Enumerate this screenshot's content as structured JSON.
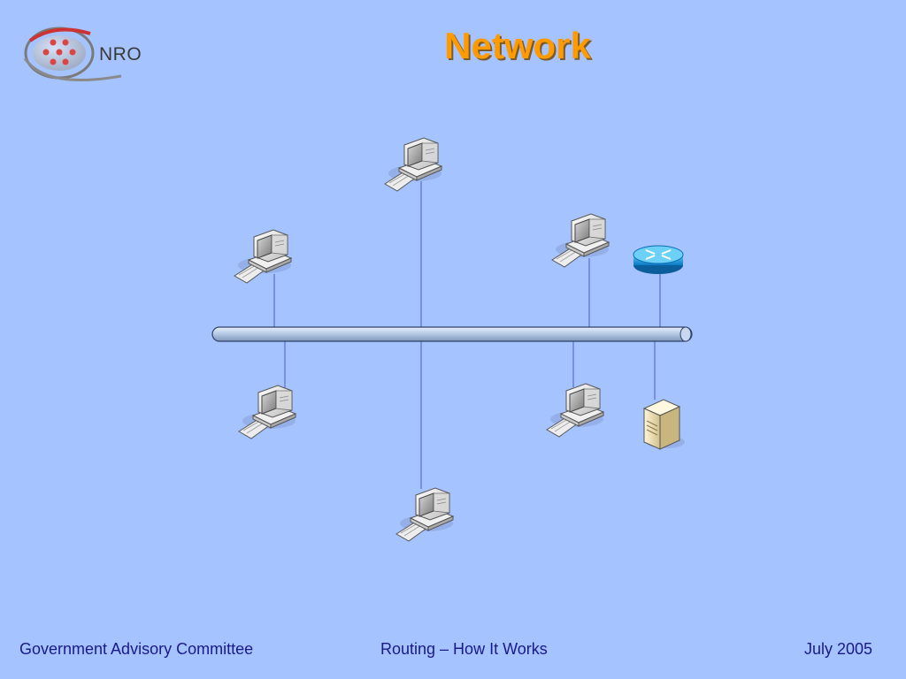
{
  "header": {
    "logo_text": "NRO",
    "title": "Network"
  },
  "footer": {
    "left": "Government Advisory Committee",
    "center": "Routing – How It Works",
    "right": "July 2005"
  },
  "diagram": {
    "nodes": [
      {
        "id": "pc-top",
        "type": "workstation"
      },
      {
        "id": "pc-upper-left",
        "type": "workstation"
      },
      {
        "id": "pc-upper-right",
        "type": "workstation"
      },
      {
        "id": "router",
        "type": "router"
      },
      {
        "id": "pc-lower-left",
        "type": "workstation"
      },
      {
        "id": "pc-lower-right",
        "type": "workstation"
      },
      {
        "id": "server",
        "type": "server"
      },
      {
        "id": "pc-bottom",
        "type": "workstation"
      }
    ],
    "bus": {
      "type": "ethernet-bus",
      "color": "#b0c8e8"
    },
    "colors": {
      "background": "#a5c3fe",
      "title": "#ff9a00",
      "footer_text": "#1a1a8a",
      "link": "#4a5ad0",
      "router": "#1e9ad8"
    }
  }
}
